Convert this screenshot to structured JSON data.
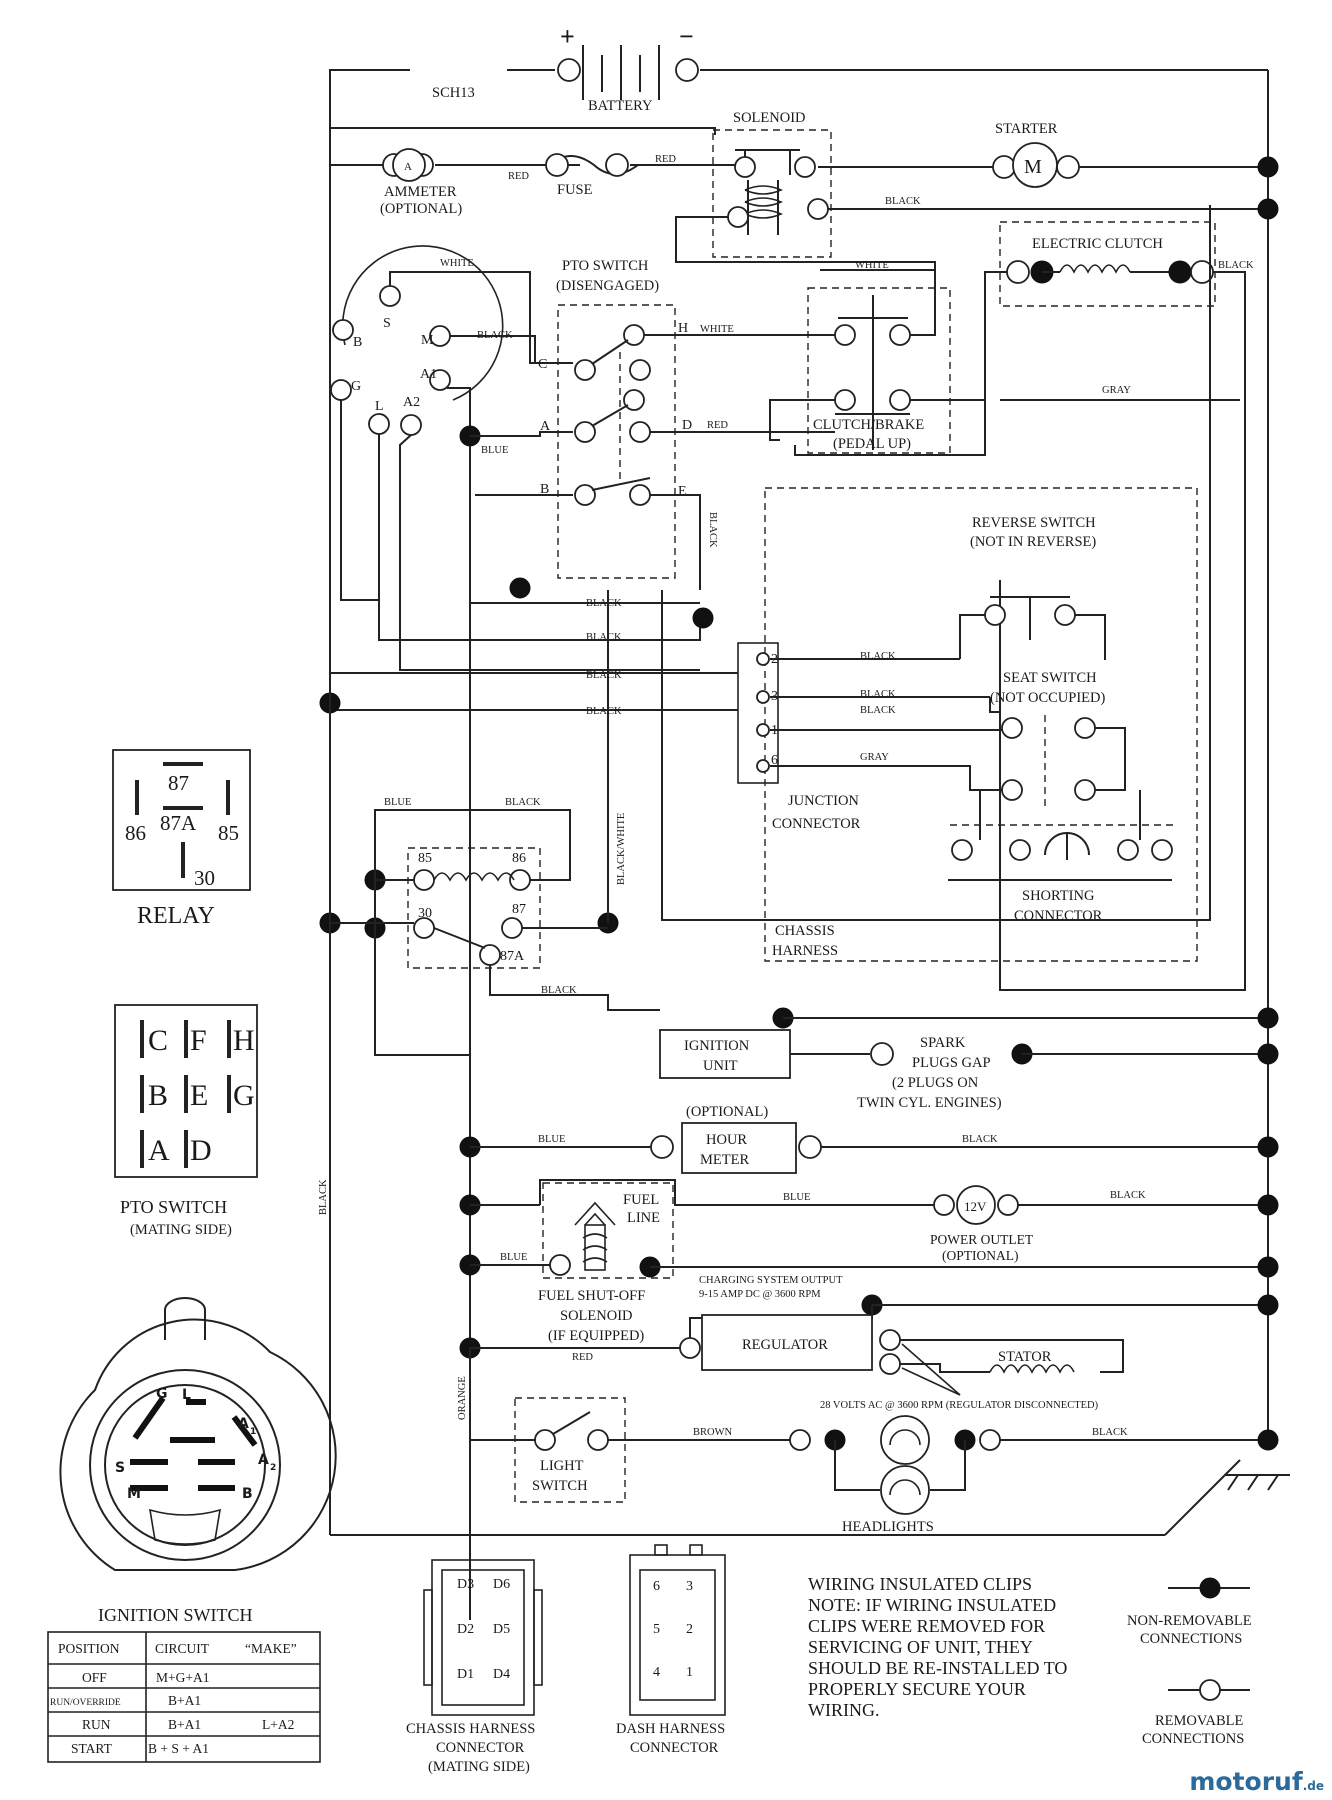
{
  "top": {
    "sch": "SCH13",
    "battery": "BATTERY",
    "plus": "+",
    "minus": "−"
  },
  "components": {
    "solenoid": "SOLENOID",
    "starter": "STARTER",
    "starter_symbol": "M",
    "ammeter": "AMMETER",
    "ammeter_sub": "(OPTIONAL)",
    "ammeter_symbol": "A",
    "fuse": "FUSE",
    "electric_clutch": "ELECTRIC CLUTCH",
    "pto_switch": "PTO SWITCH",
    "pto_switch_sub": "(DISENGAGED)",
    "clutch_brake": "CLUTCH/BRAKE",
    "clutch_brake_sub": "(PEDAL UP)",
    "reverse_switch": "REVERSE SWITCH",
    "reverse_switch_sub": "(NOT IN REVERSE)",
    "seat_switch": "SEAT SWITCH",
    "seat_switch_sub": "(NOT OCCUPIED)",
    "junction_connector_1": "JUNCTION",
    "junction_connector_2": "CONNECTOR",
    "shorting_connector_1": "SHORTING",
    "shorting_connector_2": "CONNECTOR",
    "chassis_harness_1": "CHASSIS",
    "chassis_harness_2": "HARNESS",
    "ignition_unit_1": "IGNITION",
    "ignition_unit_2": "UNIT",
    "spark_1": "SPARK",
    "spark_2": "PLUGS GAP",
    "spark_3": "(2 PLUGS ON",
    "spark_4": "TWIN CYL. ENGINES)",
    "hour_meter_opt": "(OPTIONAL)",
    "hour_meter_1": "HOUR",
    "hour_meter_2": "METER",
    "fuel_line_1": "FUEL",
    "fuel_line_2": "LINE",
    "power_outlet_symbol": "12V",
    "power_outlet_1": "POWER OUTLET",
    "power_outlet_2": "(OPTIONAL)",
    "fuel_solenoid_1": "FUEL SHUT-OFF",
    "fuel_solenoid_2": "SOLENOID",
    "fuel_solenoid_3": "(IF EQUIPPED)",
    "charging_1": "CHARGING SYSTEM OUTPUT",
    "charging_2": "9-15 AMP DC @ 3600 RPM",
    "regulator": "REGULATOR",
    "stator": "STATOR",
    "stator_note": "28 VOLTS AC @ 3600 RPM (REGULATOR DISCONNECTED)",
    "light_switch_1": "LIGHT",
    "light_switch_2": "SWITCH",
    "headlights": "HEADLIGHTS"
  },
  "wire_labels": {
    "red": "RED",
    "black": "BLACK",
    "white": "WHITE",
    "gray": "GRAY",
    "blue": "BLUE",
    "orange": "ORANGE",
    "brown": "BROWN",
    "black_white": "BLACK/WHITE"
  },
  "pto_terminals": [
    "C",
    "A",
    "B",
    "H",
    "D",
    "E"
  ],
  "ignition_terminals": [
    "B",
    "S",
    "M",
    "G",
    "A1",
    "L",
    "A2"
  ],
  "junction_pins": [
    "2",
    "3",
    "1",
    "6"
  ],
  "relay_pins": [
    "85",
    "86",
    "30",
    "87",
    "87A"
  ],
  "relay_diagram": {
    "pins": [
      "87",
      "86",
      "87A",
      "85",
      "30"
    ],
    "title": "RELAY"
  },
  "pto_mating": {
    "letters": [
      "C",
      "F",
      "H",
      "B",
      "E",
      "G",
      "A",
      "D"
    ],
    "title": "PTO SWITCH",
    "subtitle": "(MATING SIDE)"
  },
  "ignition_face": {
    "labels": [
      "G",
      "L",
      "A",
      "1",
      "S",
      "A",
      "2",
      "M",
      "B"
    ],
    "title": "IGNITION SWITCH"
  },
  "ignition_table": {
    "headers": [
      "POSITION",
      "CIRCUIT",
      "“MAKE”"
    ],
    "rows": [
      [
        "OFF",
        "M+G+A1",
        ""
      ],
      [
        "RUN/OVERRIDE",
        "B+A1",
        ""
      ],
      [
        "RUN",
        "B+A1",
        "L+A2"
      ],
      [
        "START",
        "B + S + A1",
        ""
      ]
    ]
  },
  "chassis_connector": {
    "pins": [
      "D3",
      "D6",
      "D2",
      "D5",
      "D1",
      "D4"
    ],
    "title_1": "CHASSIS HARNESS",
    "title_2": "CONNECTOR",
    "title_3": "(MATING SIDE)"
  },
  "dash_connector": {
    "pins": [
      "6",
      "3",
      "5",
      "2",
      "4",
      "1"
    ],
    "title_1": "DASH HARNESS",
    "title_2": "CONNECTOR"
  },
  "note": {
    "title": "WIRING INSULATED CLIPS",
    "lines": [
      "NOTE:  IF WIRING INSULATED",
      "CLIPS WERE REMOVED FOR",
      "SERVICING OF UNIT, THEY",
      "SHOULD BE RE-INSTALLED TO",
      "PROPERLY SECURE YOUR",
      "WIRING."
    ]
  },
  "legend": {
    "non_removable_1": "NON-REMOVABLE",
    "non_removable_2": "CONNECTIONS",
    "removable_1": "REMOVABLE",
    "removable_2": "CONNECTIONS"
  },
  "watermark": {
    "main": "motoruf",
    "suffix": ".de"
  }
}
